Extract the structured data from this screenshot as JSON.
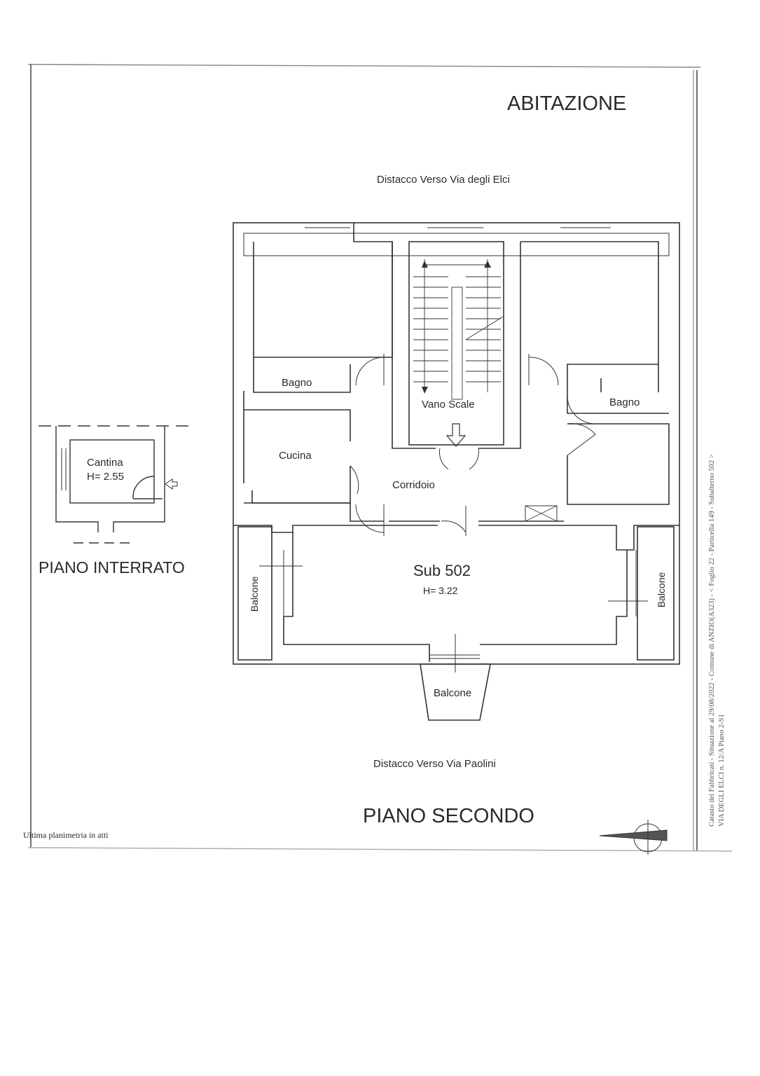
{
  "title": "ABITAZIONE",
  "top_label": "Distacco Verso Via degli Elci",
  "bottom_label": "Distacco Verso Via Paolini",
  "floor_main": "PIANO SECONDO",
  "floor_basement": "PIANO INTERRATO",
  "footer_note": "Ultima planimetria in atti",
  "side_note_line1": "Catasto dei Fabbricati - Situazione al 29/08/2022 - Comune di ANZIO(A323) - < Foglio 22 - Particella 149 - Subalterno 502 >",
  "side_note_line2": "VIA DEGLI ELCI n. 12/A Piano 2-S1",
  "rooms": {
    "bagno_left": "Bagno",
    "bagno_right": "Bagno",
    "vano_scale": "Vano Scale",
    "cucina": "Cucina",
    "corridoio": "Corridoio",
    "sub": "Sub 502",
    "sub_height": "H= 3.22",
    "balcone_left": "Balcone",
    "balcone_right": "Balcone",
    "balcone_bottom": "Balcone",
    "cantina": "Cantina",
    "cantina_height": "H= 2.55"
  }
}
